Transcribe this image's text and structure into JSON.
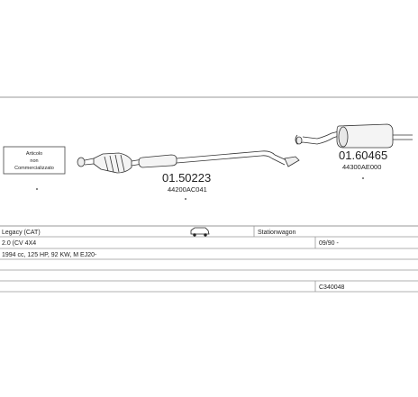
{
  "note_box": {
    "line1": "Articolo",
    "line2": "non",
    "line3": "Commercializzato"
  },
  "parts": [
    {
      "number": "01.50223",
      "oem": "44200AC041"
    },
    {
      "number": "01.60465",
      "oem": "44300AE000"
    }
  ],
  "table": {
    "model": "Legacy (CAT)",
    "body_type": "Stationwagon",
    "engine": "2.0 (CV 4X4",
    "date": "09/90 -",
    "specs": "1994 cc, 125 HP, 92 KW, M EJ20-",
    "code": "C340048"
  },
  "icons": {
    "car": "station-wagon-car-icon"
  }
}
